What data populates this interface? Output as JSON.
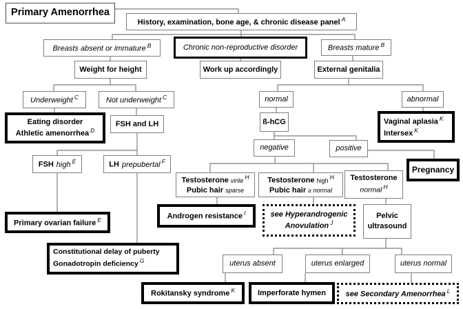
{
  "figure": {
    "title": "Primary Amenorrhea"
  },
  "colors": {
    "background": "#ffffff",
    "text": "#000000",
    "thin_border": "#7e7e7e",
    "thick_border": "#000000",
    "connector": "#7e7e7e"
  },
  "nodes": {
    "title": {
      "text": "Primary Amenorrhea"
    },
    "history": {
      "text": "History, examination, bone age, & chronic disease panel",
      "sup": "A"
    },
    "breasts_absent": {
      "text": "Breasts absent or immature",
      "sup": "B"
    },
    "chronic_disorder": {
      "text": "Chronic non-reproductive disorder"
    },
    "breasts_mature": {
      "text": "Breasts mature",
      "sup": "B"
    },
    "weight_for_height": {
      "text": "Weight for height"
    },
    "work_up": {
      "text": "Work up accordingly"
    },
    "external_genitalia": {
      "text": "External genitalia"
    },
    "underweight": {
      "text": "Underweight",
      "sup": "C"
    },
    "not_underweight": {
      "text": "Not underweight",
      "sup": "C"
    },
    "genitalia_normal": {
      "text": "normal"
    },
    "genitalia_abnormal": {
      "text": "abnormal"
    },
    "eating_disorder": {
      "line1": "Eating disorder",
      "line2": "Athletic amenorrhea",
      "sup": "D"
    },
    "fsh_and_lh": {
      "text": "FSH and LH"
    },
    "bhcg": {
      "text": "ß-hCG"
    },
    "vaginal_aplasia": {
      "line1": "Vaginal aplasia",
      "sup1": "K",
      "line2": "Intersex",
      "sup2": "K"
    },
    "bhcg_negative": {
      "text": "negative"
    },
    "bhcg_positive": {
      "text": "positive"
    },
    "fsh_high": {
      "main": "FSH",
      "qualifier": "high",
      "sup": "E"
    },
    "lh_prepubertal": {
      "main": "LH",
      "qualifier": "prepubertal",
      "sup": "F"
    },
    "testosterone_virile": {
      "line1_main": "Testosterone",
      "line1_qualifier": "virile",
      "line1_sup": "H",
      "line2_main": "Pubic hair",
      "line2_qualifier": "sparse"
    },
    "testosterone_high": {
      "line1_main": "Testosterone",
      "line1_qualifier": "high",
      "line1_sup": "H",
      "line2_main": "Pubic hair",
      "line2_qualifier": "≥ normal"
    },
    "testosterone_normal": {
      "line1_main": "Testosterone",
      "line2_qualifier": "normal",
      "line2_sup": "H"
    },
    "pregnancy": {
      "text": "Pregnancy"
    },
    "primary_ovarian_failure": {
      "text": "Primary ovarian failure",
      "sup": "E"
    },
    "androgen_resistance": {
      "text": "Androgen resistance",
      "sup": "I"
    },
    "see_hyperandrogenic": {
      "line1": "see Hyperandrogenic",
      "line2": "Anovulation",
      "sup": "J"
    },
    "pelvic_ultrasound": {
      "line1": "Pelvic",
      "line2": "ultrasound"
    },
    "constitutional_delay": {
      "line1": "Constitutional delay of puberty",
      "line2": "Gonadotropin deficiency",
      "sup": "G"
    },
    "uterus_absent": {
      "text": "uterus absent"
    },
    "uterus_enlarged": {
      "text": "uterus enlarged"
    },
    "uterus_normal": {
      "text": "uterus normal"
    },
    "rokitansky": {
      "text": "Rokitansky syndrome",
      "sup": "K"
    },
    "imperforate_hymen": {
      "text": "Imperforate hymen"
    },
    "see_secondary_amenorrhea": {
      "text": "see Secondary Amenorrhea",
      "sup": "L"
    }
  }
}
